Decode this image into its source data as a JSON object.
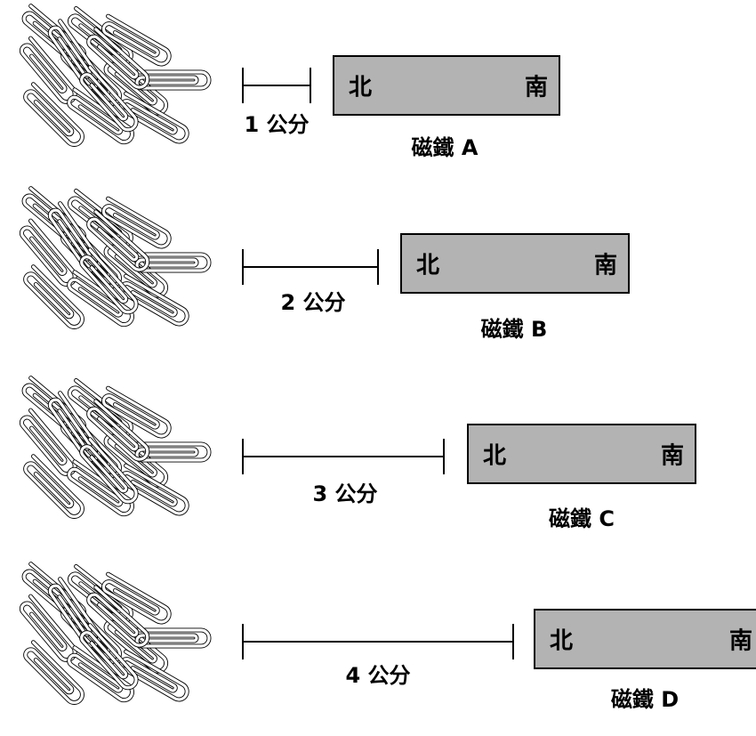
{
  "poles": {
    "north": "北",
    "south": "南"
  },
  "rows": [
    {
      "distance_label": "1 公分",
      "magnet_label": "磁鐵 A"
    },
    {
      "distance_label": "2 公分",
      "magnet_label": "磁鐵 B"
    },
    {
      "distance_label": "3 公分",
      "magnet_label": "磁鐵 C"
    },
    {
      "distance_label": "4 公分",
      "magnet_label": "磁鐵 D"
    }
  ],
  "colors": {
    "magnet": "#b3b3b3",
    "outline": "#000000",
    "clip_fill": "#ffffff"
  }
}
